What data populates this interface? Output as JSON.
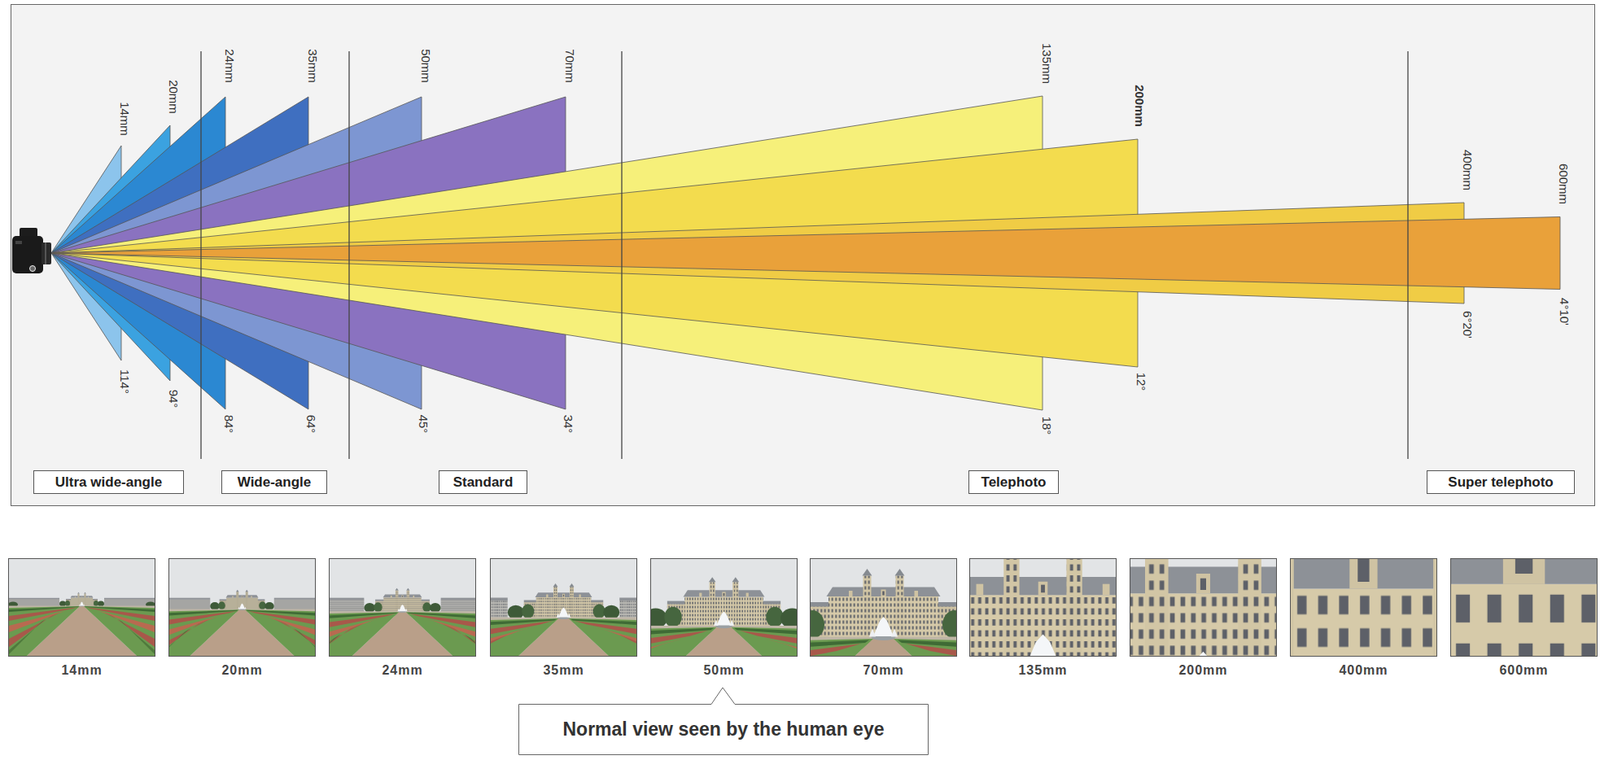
{
  "diagram": {
    "nodes": [
      {
        "text": [
          "Ultra wide-angle"
        ]
      },
      {
        "text": [
          "Wide-angle"
        ]
      },
      {
        "text": [
          "Standard"
        ]
      },
      {
        "text": [
          "Telephoto"
        ]
      },
      {
        "text": [
          "Super telephoto"
        ]
      },
      {
        "text": [
          "Normal view seen by the human eye"
        ]
      }
    ],
    "labels": [
      "14mm",
      "20mm",
      "24mm",
      "35mm",
      "50mm",
      "70mm",
      "135mm",
      "200mm",
      "400mm",
      "600mm",
      "114°",
      "94°",
      "84°",
      "64°",
      "45°",
      "34°",
      "18°",
      "12°",
      "6°20'",
      "4°10'",
      "14mm",
      "20mm",
      "24mm",
      "35mm",
      "50mm",
      "70mm",
      "135mm",
      "200mm",
      "400mm",
      "600mm"
    ]
  }
}
